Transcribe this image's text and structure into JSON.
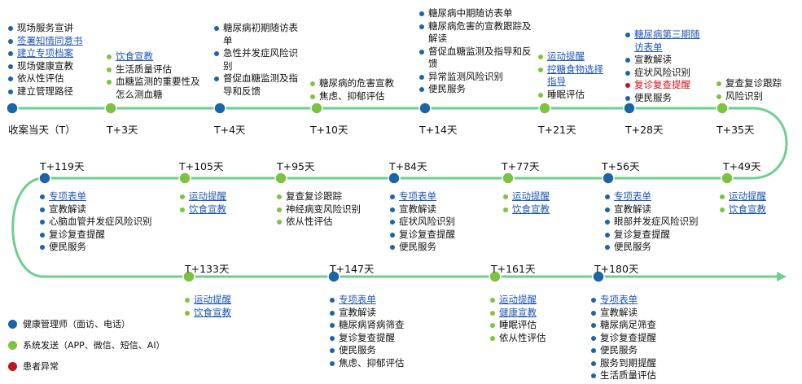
{
  "colors": {
    "line": "#6ecf8c",
    "manager": "#1c64a8",
    "system": "#7ec242",
    "abnormal": "#c0151a",
    "link": "#1f57b6",
    "alert": "#d0121b"
  },
  "legend": [
    {
      "label": "健康管理师（面访、电话）",
      "type": "manager"
    },
    {
      "label": "系统发送（APP、微信、短信、AI）",
      "type": "system"
    },
    {
      "label": "患者异常",
      "type": "abnormal"
    }
  ],
  "stages": [
    {
      "label": "收案当天（T）",
      "node": "manager",
      "items": [
        {
          "text": "现场服务宣讲",
          "type": "manager"
        },
        {
          "text": "签署知情同意书",
          "type": "manager",
          "style": "link"
        },
        {
          "text": "建立专项档案",
          "type": "manager",
          "style": "link"
        },
        {
          "text": "现场健康宣教",
          "type": "manager"
        },
        {
          "text": "依从性评估",
          "type": "manager"
        },
        {
          "text": "建立管理路径",
          "type": "manager"
        }
      ]
    },
    {
      "label": "T+3天",
      "node": "system",
      "items": [
        {
          "text": "饮食宣教",
          "type": "system",
          "style": "link"
        },
        {
          "text": "生活质量评估",
          "type": "system"
        },
        {
          "text": "血糖监测的重要性及怎么测血糖",
          "type": "system"
        }
      ]
    },
    {
      "label": "T+4天",
      "node": "manager",
      "items": [
        {
          "text": "糖尿病初期随访表单",
          "type": "manager"
        },
        {
          "text": "急性并发症风险识别",
          "type": "manager"
        },
        {
          "text": "督促血糖监测及指导和反馈",
          "type": "manager"
        }
      ]
    },
    {
      "label": "T+10天",
      "node": "system",
      "items": [
        {
          "text": "糖尿病的危害宣教",
          "type": "system"
        },
        {
          "text": "焦虑、抑郁评估",
          "type": "system"
        }
      ]
    },
    {
      "label": "T+14天",
      "node": "manager",
      "items": [
        {
          "text": "糖尿病中期随访表单",
          "type": "manager"
        },
        {
          "text": "糖尿病危害的宣教跟踪及解读",
          "type": "manager"
        },
        {
          "text": "督促血糖监测及指导和反馈",
          "type": "manager"
        },
        {
          "text": "异常监测风险识别",
          "type": "manager"
        },
        {
          "text": "便民服务",
          "type": "manager"
        }
      ]
    },
    {
      "label": "T+21天",
      "node": "system",
      "items": [
        {
          "text": "运动提醒",
          "type": "system",
          "style": "link"
        },
        {
          "text": "控糖食物选择指导",
          "type": "system",
          "style": "link"
        },
        {
          "text": "睡眠评估",
          "type": "system"
        }
      ]
    },
    {
      "label": "T+28天",
      "node": "manager",
      "items": [
        {
          "text": "糖尿病第三期随访表单",
          "type": "manager",
          "style": "link"
        },
        {
          "text": "宣教解读",
          "type": "manager"
        },
        {
          "text": "症状风险识别",
          "type": "manager"
        },
        {
          "text": "复诊复查提醒",
          "type": "abnormal",
          "style": "alert"
        },
        {
          "text": "便民服务",
          "type": "manager"
        }
      ]
    },
    {
      "label": "T+35天",
      "node": "system",
      "items": [
        {
          "text": "复查复诊跟踪",
          "type": "system"
        },
        {
          "text": "风险识别",
          "type": "system"
        }
      ]
    },
    {
      "label": "T+49天",
      "node": "system",
      "items": [
        {
          "text": "运动提醒",
          "type": "system",
          "style": "link"
        },
        {
          "text": "饮食宣教",
          "type": "system",
          "style": "link"
        }
      ]
    },
    {
      "label": "T+56天",
      "node": "manager",
      "items": [
        {
          "text": "专项表单",
          "type": "manager",
          "style": "link"
        },
        {
          "text": "宣教解读",
          "type": "manager"
        },
        {
          "text": "眼部并发症风险识别",
          "type": "manager"
        },
        {
          "text": "复诊复查提醒",
          "type": "manager"
        },
        {
          "text": "便民服务",
          "type": "manager"
        }
      ]
    },
    {
      "label": "T+77天",
      "node": "system",
      "items": [
        {
          "text": "运动提醒",
          "type": "system",
          "style": "link"
        },
        {
          "text": "饮食宣教",
          "type": "system",
          "style": "link"
        }
      ]
    },
    {
      "label": "T+84天",
      "node": "manager",
      "items": [
        {
          "text": "专项表单",
          "type": "manager",
          "style": "link"
        },
        {
          "text": "宣教解读",
          "type": "manager"
        },
        {
          "text": "症状风险识别",
          "type": "manager"
        },
        {
          "text": "复诊复查提醒",
          "type": "manager"
        },
        {
          "text": "便民服务",
          "type": "manager"
        }
      ]
    },
    {
      "label": "T+95天",
      "node": "system",
      "items": [
        {
          "text": "复查复诊跟踪",
          "type": "system"
        },
        {
          "text": "神经病变风险识别",
          "type": "system"
        },
        {
          "text": "依从性评估",
          "type": "system"
        }
      ]
    },
    {
      "label": "T+105天",
      "node": "system",
      "items": [
        {
          "text": "运动提醒",
          "type": "system",
          "style": "link"
        },
        {
          "text": "饮食宣教",
          "type": "system",
          "style": "link"
        }
      ]
    },
    {
      "label": "T+119天",
      "node": "manager",
      "items": [
        {
          "text": "专项表单",
          "type": "manager",
          "style": "link"
        },
        {
          "text": "宣教解读",
          "type": "manager"
        },
        {
          "text": "心脑血管并发症风险识别",
          "type": "manager"
        },
        {
          "text": "复诊复查提醒",
          "type": "manager"
        },
        {
          "text": "便民服务",
          "type": "manager"
        }
      ]
    },
    {
      "label": "T+133天",
      "node": "system",
      "items": [
        {
          "text": "运动提醒",
          "type": "system",
          "style": "link"
        },
        {
          "text": "饮食宣教",
          "type": "system",
          "style": "link"
        }
      ]
    },
    {
      "label": "T+147天",
      "node": "manager",
      "items": [
        {
          "text": "专项表单",
          "type": "manager",
          "style": "link"
        },
        {
          "text": "宣教解读",
          "type": "manager"
        },
        {
          "text": "糖尿病肾病筛查",
          "type": "manager"
        },
        {
          "text": "复诊复查提醒",
          "type": "manager"
        },
        {
          "text": "便民服务",
          "type": "manager"
        },
        {
          "text": "焦虑、抑郁评估",
          "type": "manager"
        }
      ]
    },
    {
      "label": "T+161天",
      "node": "system",
      "items": [
        {
          "text": "运动提醒",
          "type": "system",
          "style": "link"
        },
        {
          "text": "健康宣教",
          "type": "system",
          "style": "link"
        },
        {
          "text": "睡眠评估",
          "type": "system"
        },
        {
          "text": "依从性评估",
          "type": "system"
        }
      ]
    },
    {
      "label": "T+180天",
      "node": "manager",
      "items": [
        {
          "text": "专项表单",
          "type": "manager",
          "style": "link"
        },
        {
          "text": "宣教解读",
          "type": "manager"
        },
        {
          "text": "糖尿病足筛查",
          "type": "manager"
        },
        {
          "text": "复诊复查提醒",
          "type": "manager"
        },
        {
          "text": "便民服务",
          "type": "manager"
        },
        {
          "text": "服务到期提醒",
          "type": "manager"
        },
        {
          "text": "生活质量评估",
          "type": "manager"
        }
      ]
    }
  ]
}
